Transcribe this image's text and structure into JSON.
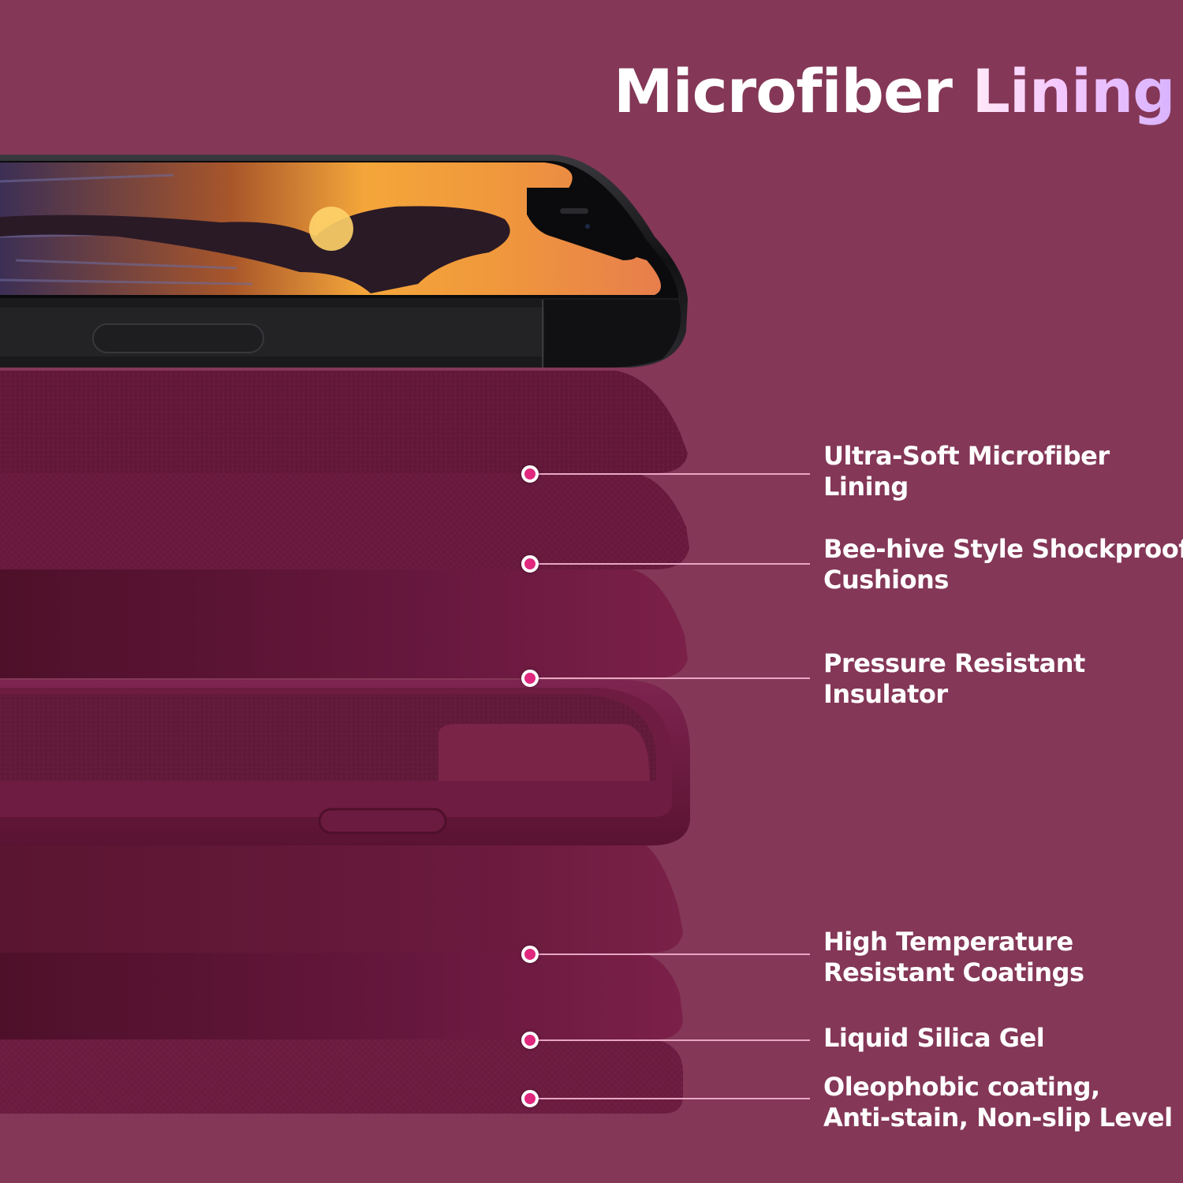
{
  "title": {
    "word1": "Microfiber",
    "word2": "Lining"
  },
  "colors": {
    "background": "#843757",
    "layer_dark": "#5e1634",
    "layer_mid": "#6d1b44",
    "accent_dot": "#e0287e",
    "callout_line": "#e8a7c4",
    "text": "#ffffff"
  },
  "features": [
    {
      "line1": "Ultra-Soft Microfiber",
      "line2": "Lining"
    },
    {
      "line1": "Bee-hive Style Shockproof",
      "line2": "Cushions"
    },
    {
      "line1": "Pressure Resistant",
      "line2": "Insulator"
    },
    {
      "line1": "High Temperature",
      "line2": "Resistant Coatings"
    },
    {
      "line1": "Liquid Silica Gel",
      "line2": ""
    },
    {
      "line1": "Oleophobic coating,",
      "line2": "Anti-stain, Non-slip Level"
    }
  ]
}
